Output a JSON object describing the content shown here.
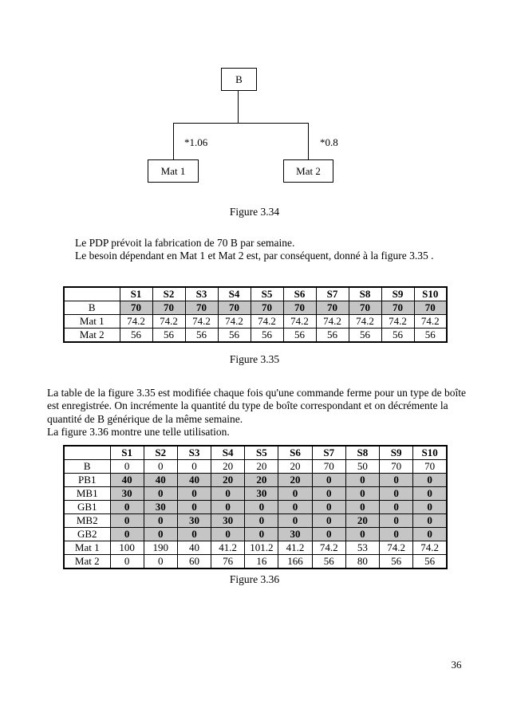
{
  "colors": {
    "shaded_row": "#c5c5c5",
    "border": "#000000"
  },
  "diagram": {
    "root_label": "B",
    "left_node_label": "Mat 1",
    "right_node_label": "Mat 2",
    "multiplier_left": "*1.06",
    "multiplier_right": "*0.8",
    "caption": "Figure 3.34"
  },
  "intro_text": "Le PDP prévoit la fabrication de 70 B par semaine.\nLe besoin dépendant en Mat 1 et Mat 2 est, par conséquent, donné à la figure 3.35 .",
  "body_text": "La table de la figure 3.35 est modifiée chaque fois qu'une commande ferme pour un type de boîte\nest enregistrée. On incrémente la quantité du type de boîte correspondant et on décrémente la\nquantité de B générique de la même semaine.\nLa figure 3.36 montre une telle utilisation.",
  "tables": [
    {
      "caption": "Figure 3.35",
      "columns": [
        "",
        "S1",
        "S2",
        "S3",
        "S4",
        "S5",
        "S6",
        "S7",
        "S8",
        "S9",
        "S10"
      ],
      "rows": [
        {
          "label": "B",
          "values": [
            "70",
            "70",
            "70",
            "70",
            "70",
            "70",
            "70",
            "70",
            "70",
            "70"
          ],
          "shaded": true,
          "bold": true
        },
        {
          "label": "Mat 1",
          "values": [
            "74.2",
            "74.2",
            "74.2",
            "74.2",
            "74.2",
            "74.2",
            "74.2",
            "74.2",
            "74.2",
            "74.2"
          ],
          "shaded": false,
          "bold": false
        },
        {
          "label": "Mat 2",
          "values": [
            "56",
            "56",
            "56",
            "56",
            "56",
            "56",
            "56",
            "56",
            "56",
            "56"
          ],
          "shaded": false,
          "bold": false
        }
      ]
    },
    {
      "caption": "Figure 3.36",
      "columns": [
        "",
        "S1",
        "S2",
        "S3",
        "S4",
        "S5",
        "S6",
        "S7",
        "S8",
        "S9",
        "S10"
      ],
      "rows": [
        {
          "label": "B",
          "values": [
            "0",
            "0",
            "0",
            "20",
            "20",
            "20",
            "70",
            "50",
            "70",
            "70"
          ],
          "shaded": false,
          "bold": false
        },
        {
          "label": "PB1",
          "values": [
            "40",
            "40",
            "40",
            "20",
            "20",
            "20",
            "0",
            "0",
            "0",
            "0"
          ],
          "shaded": true,
          "bold": true
        },
        {
          "label": "MB1",
          "values": [
            "30",
            "0",
            "0",
            "0",
            "30",
            "0",
            "0",
            "0",
            "0",
            "0"
          ],
          "shaded": true,
          "bold": true
        },
        {
          "label": "GB1",
          "values": [
            "0",
            "30",
            "0",
            "0",
            "0",
            "0",
            "0",
            "0",
            "0",
            "0"
          ],
          "shaded": true,
          "bold": true
        },
        {
          "label": "MB2",
          "values": [
            "0",
            "0",
            "30",
            "30",
            "0",
            "0",
            "0",
            "20",
            "0",
            "0"
          ],
          "shaded": true,
          "bold": true
        },
        {
          "label": "GB2",
          "values": [
            "0",
            "0",
            "0",
            "0",
            "0",
            "30",
            "0",
            "0",
            "0",
            "0"
          ],
          "shaded": true,
          "bold": true
        },
        {
          "label": "Mat 1",
          "values": [
            "100",
            "190",
            "40",
            "41.2",
            "101.2",
            "41.2",
            "74.2",
            "53",
            "74.2",
            "74.2"
          ],
          "shaded": false,
          "bold": false
        },
        {
          "label": "Mat 2",
          "values": [
            "0",
            "0",
            "60",
            "76",
            "16",
            "166",
            "56",
            "80",
            "56",
            "56"
          ],
          "shaded": false,
          "bold": false
        }
      ]
    }
  ],
  "page_number": "36"
}
